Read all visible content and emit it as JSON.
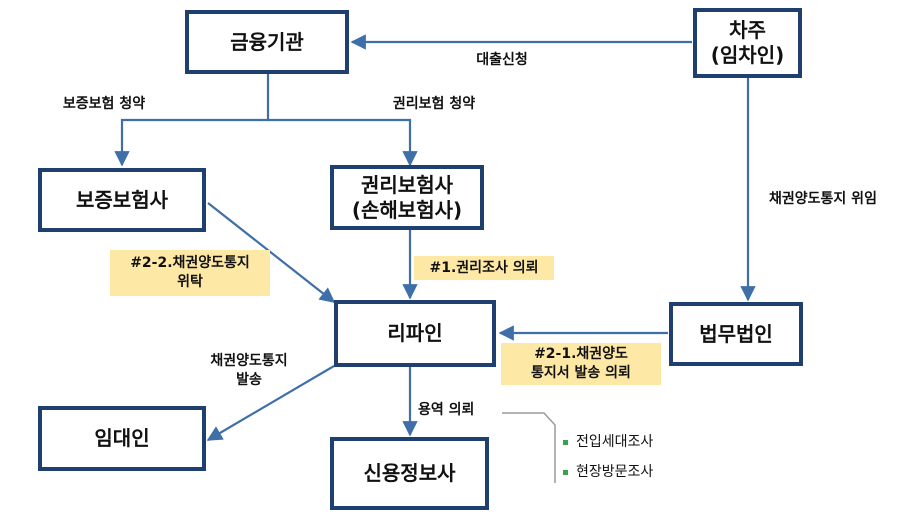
{
  "nodes": {
    "financial": "금융기관",
    "borrower_line1": "차주",
    "borrower_line2": "(임차인)",
    "guarantee": "보증보험사",
    "title_ins_line1": "권리보험사",
    "title_ins_line2": "(손해보험사)",
    "refine": "리파인",
    "law_firm": "법무법인",
    "landlord": "임대인",
    "credit_info": "신용정보사"
  },
  "labels": {
    "loan_application": "대출신청",
    "guarantee_subscription": "보증보험 청약",
    "title_subscription": "권리보험 청약",
    "delegate_notice": "채권양도통지 위임",
    "notice_issue_line1": "채권양도통지",
    "notice_issue_line2": "발송",
    "service_request": "용역 의뢰"
  },
  "highlights": {
    "h22_line1": "#2-2.채권양도통지",
    "h22_line2": "위탁",
    "h1": "#1.권리조사 의뢰",
    "h21_line1": "#2-1.채권양도",
    "h21_line2": "통지서 발송 의뢰"
  },
  "sub_items": [
    "전입세대조사",
    "현장방문조사"
  ],
  "colors": {
    "box_border": "#1f3f6e",
    "arrow": "#3f6fa8",
    "highlight": "#fde9a5",
    "bullet": "#3aa34a"
  }
}
